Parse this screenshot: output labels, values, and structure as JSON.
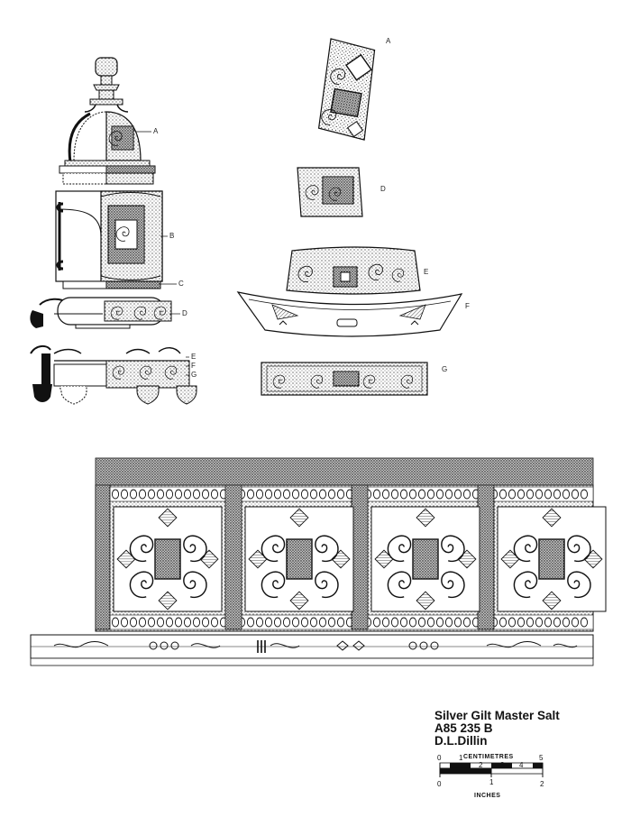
{
  "title_block": {
    "line1": "Silver Gilt Master Salt",
    "line2": "A85 235 B",
    "line3": "D.L.Dillin"
  },
  "callouts": {
    "elevation": [
      "A",
      "B",
      "C",
      "D",
      "E",
      "F",
      "G"
    ],
    "panels": [
      "A",
      "D",
      "E",
      "F",
      "G"
    ]
  },
  "scale": {
    "top_label": "CENTIMETRES",
    "bottom_label": "INCHES",
    "cm_ticks": [
      "0",
      "1",
      "2",
      "3",
      "4",
      "5"
    ],
    "inch_ticks": [
      "0",
      "1",
      "2"
    ]
  },
  "colors": {
    "ink": "#111111",
    "paper": "#ffffff"
  }
}
